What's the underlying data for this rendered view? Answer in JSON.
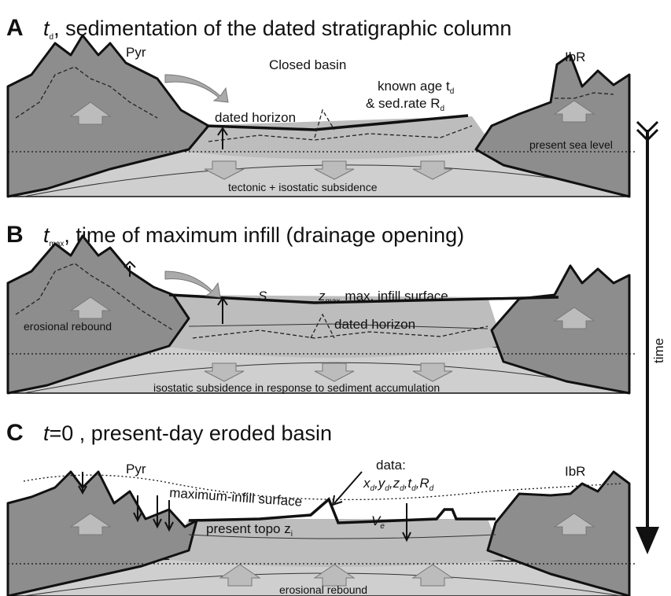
{
  "panels": [
    {
      "letter": "A",
      "time_symbol": "t",
      "time_sub": "d",
      "title_rest": ", sedimentation of the dated stratigraphic column",
      "labels": {
        "left_range": "Pyr",
        "right_range": "IbR",
        "basin": "Closed basin",
        "known_age": "known age t",
        "known_age_sub": "d",
        "sed_rate": "& sed.rate R",
        "sed_rate_sub": "d",
        "dated_horizon": "dated horizon",
        "sea_level": "present sea level",
        "subsidence": "tectonic + isostatic subsidence"
      }
    },
    {
      "letter": "B",
      "time_symbol": "t",
      "time_sub": "max",
      "title_rest": ", time of maximum infill (drainage opening)",
      "labels": {
        "s": "S",
        "z": "z",
        "z_sub": "max",
        "max_infill": "max. infill surface",
        "erosional_rebound": "erosional rebound",
        "dated_horizon": "dated horizon",
        "subsidence": "isostatic subsidence in response to sediment accumulation"
      }
    },
    {
      "letter": "C",
      "time_symbol": "t",
      "title_rest": "=0 , present-day eroded basin",
      "labels": {
        "left_range": "Pyr",
        "right_range": "IbR",
        "data": "data:",
        "data_vars": "x",
        "data_vars_rest": [
          "d",
          ",y",
          "d",
          ",z",
          "d",
          ",t",
          "d",
          ",R",
          "d"
        ],
        "max_infill_surface": "maximum-infill surface",
        "present_topo": "present topo z",
        "present_topo_sub": "i",
        "ve": "V",
        "ve_sub": "e",
        "erosional_rebound": "erosional rebound"
      }
    }
  ],
  "time_axis": {
    "label": "time"
  },
  "colors": {
    "mountain": "#8d8d8d",
    "substrate": "#cfcfcf",
    "sediment": "#bdbdbd",
    "line": "#111111"
  }
}
